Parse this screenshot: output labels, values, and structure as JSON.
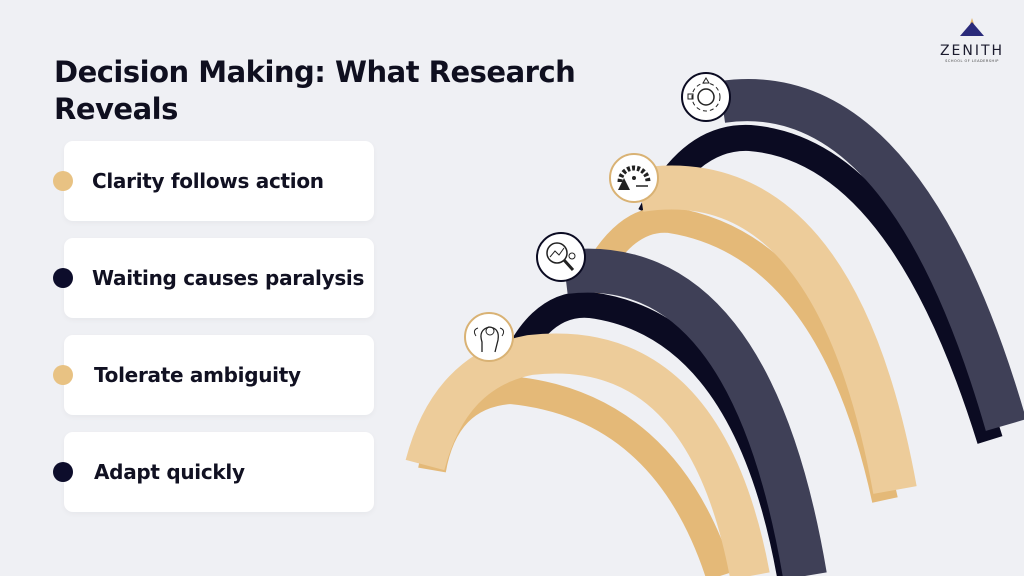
{
  "title": "Decision Making: What Research Reveals",
  "logo": {
    "name": "ZENITH",
    "tagline": "SCHOOL OF LEADERSHIP"
  },
  "colors": {
    "tan": "#edcc9a",
    "tan_side": "#e4b978",
    "navy": "#3f4057",
    "navy_side": "#0b0b22",
    "background": "#eff0f4"
  },
  "items": [
    {
      "label": "Clarity follows action",
      "dot_color": "#e8c283",
      "icon": "lightbulb-head-icon"
    },
    {
      "label": "Waiting causes paralysis",
      "dot_color": "#0d0d2b",
      "icon": "magnifier-chart-icon"
    },
    {
      "label": "Tolerate ambiguity",
      "dot_color": "#e8c283",
      "icon": "gauge-warning-icon"
    },
    {
      "label": "Adapt quickly",
      "dot_color": "#0d0d2b",
      "icon": "gear-process-icon"
    }
  ]
}
